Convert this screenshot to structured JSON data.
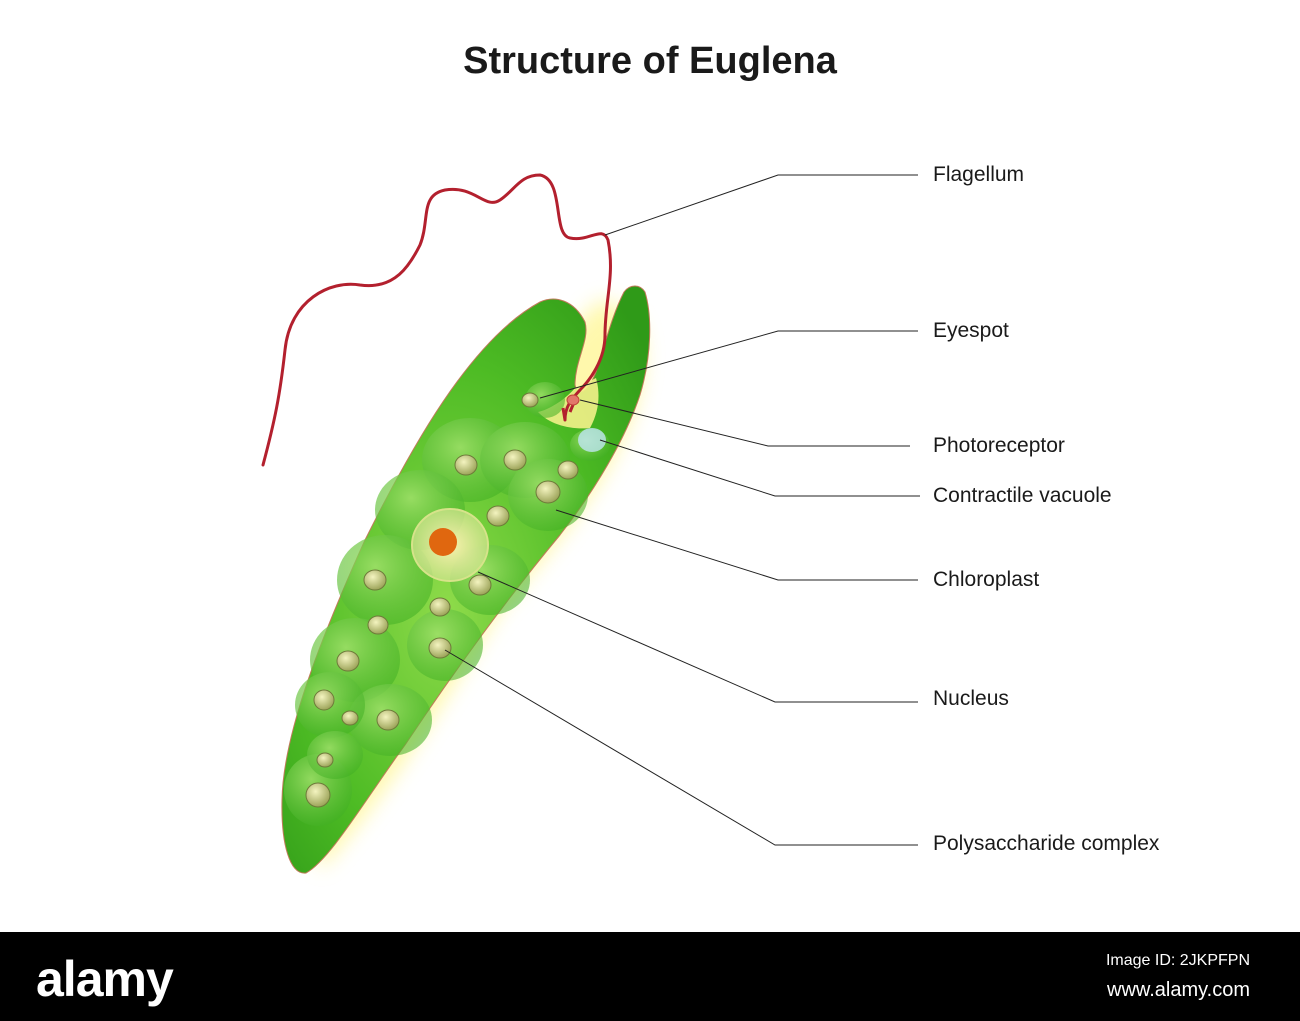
{
  "title": "Structure of Euglena",
  "labels": [
    "Flagellum",
    "Eyespot",
    "Photoreceptor",
    "Contractile vacuole",
    "Chloroplast",
    "Nucleus",
    "Polysaccharide complex"
  ],
  "footer": {
    "brand": "alamy",
    "image_id": "Image ID: 2JKPFPN",
    "site": "www.alamy.com"
  },
  "colors": {
    "body_green": "#5cc52a",
    "flagellum": "#b3202e",
    "nucleus": "#e06a10",
    "glow": "#fff36a"
  }
}
